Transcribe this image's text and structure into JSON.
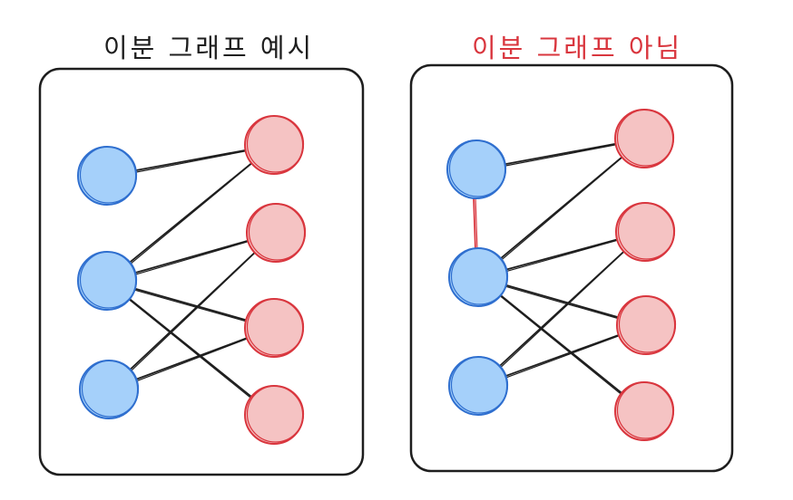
{
  "colors": {
    "background": "#ffffff",
    "stroke": "#1e1e1e",
    "blue_fill": "#a5d0fa",
    "blue_stroke": "#2f6fcf",
    "red_fill": "#f5c3c3",
    "red_stroke": "#d9363e",
    "title_right": "#d9363e"
  },
  "panels": [
    {
      "title": "이분 그래프 예시",
      "is_bipartite": true,
      "left_nodes": [
        "b1",
        "b2",
        "b3"
      ],
      "right_nodes": [
        "r1",
        "r2",
        "r3",
        "r4"
      ],
      "edges": [
        [
          "b1",
          "r1"
        ],
        [
          "b2",
          "r1"
        ],
        [
          "b2",
          "r2"
        ],
        [
          "b2",
          "r3"
        ],
        [
          "b2",
          "r4"
        ],
        [
          "b3",
          "r2"
        ],
        [
          "b3",
          "r3"
        ]
      ],
      "conflict_edges": []
    },
    {
      "title": "이분 그래프 아님",
      "is_bipartite": false,
      "left_nodes": [
        "b1",
        "b2",
        "b3"
      ],
      "right_nodes": [
        "r1",
        "r2",
        "r3",
        "r4"
      ],
      "edges": [
        [
          "b1",
          "r1"
        ],
        [
          "b2",
          "r1"
        ],
        [
          "b2",
          "r2"
        ],
        [
          "b2",
          "r3"
        ],
        [
          "b2",
          "r4"
        ],
        [
          "b3",
          "r2"
        ],
        [
          "b3",
          "r3"
        ]
      ],
      "conflict_edges": [
        [
          "b1",
          "b2"
        ]
      ]
    }
  ]
}
